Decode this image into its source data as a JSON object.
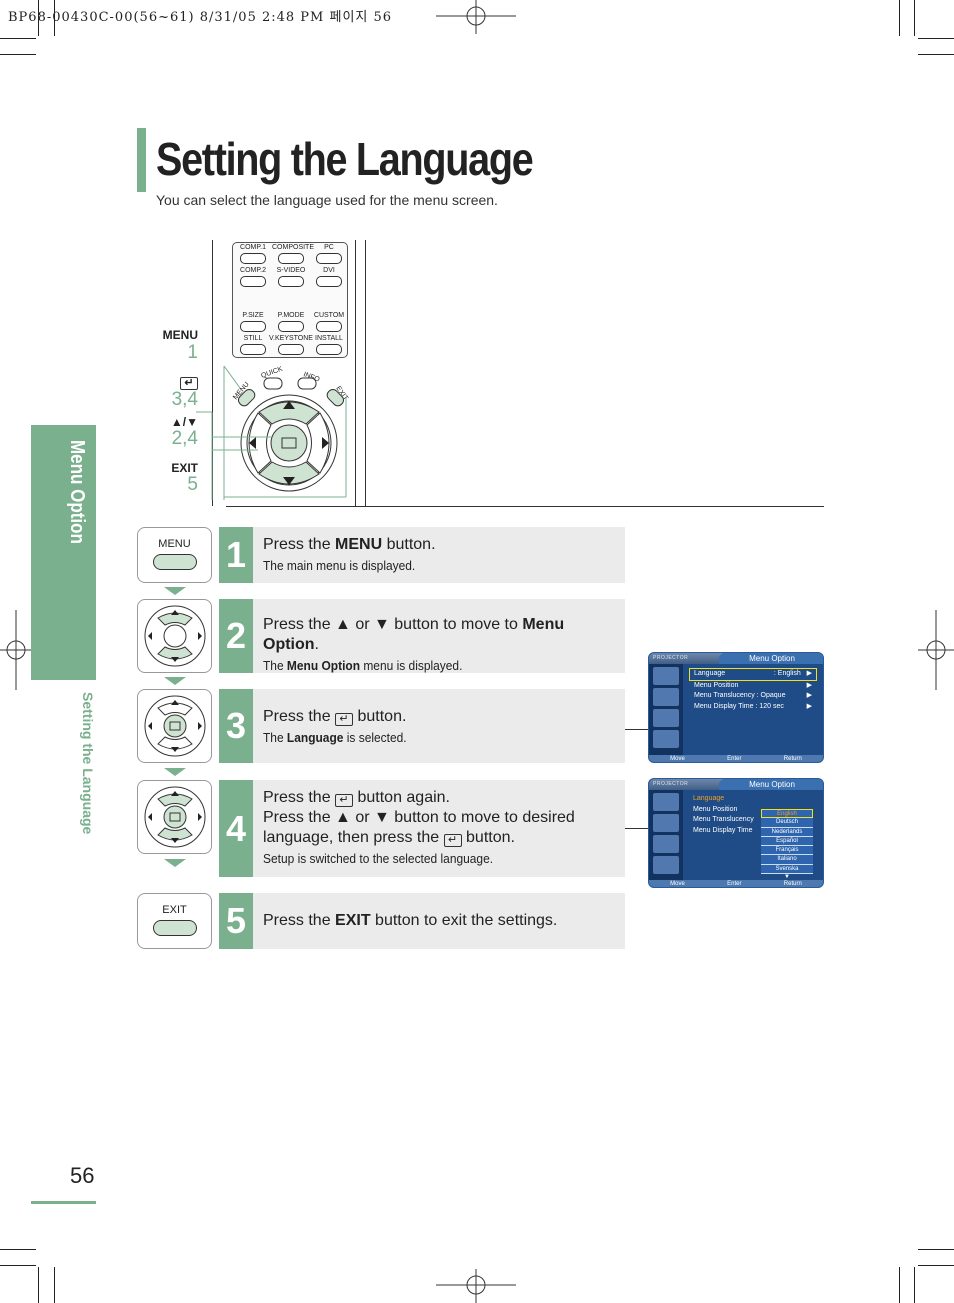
{
  "print_header": "BP68-00430C-00(56~61)  8/31/05  2:48 PM 페이지 56",
  "page": {
    "title": "Setting the Language",
    "subtitle": "You can select the language used for the menu screen.",
    "side_tab": "Menu Option",
    "side_subtitle": "Setting the Language",
    "page_number": "56"
  },
  "remote": {
    "legend": [
      {
        "button": "MENU",
        "step": "1"
      },
      {
        "button": "↵",
        "step": "3,4"
      },
      {
        "button": "▲/▼",
        "step": "2,4"
      },
      {
        "button": "EXIT",
        "step": "5"
      }
    ],
    "source_buttons": [
      "COMP.1",
      "COMPOSITE",
      "PC",
      "COMP.2",
      "S-VIDEO",
      "DVI",
      "P.SIZE",
      "P.MODE",
      "CUSTOM",
      "STILL",
      "V.KEYSTONE",
      "INSTALL"
    ],
    "nav_labels": {
      "menu": "MENU",
      "quick": "QUICK",
      "info": "INFO",
      "exit": "EXIT"
    }
  },
  "steps": [
    {
      "num": "1",
      "icon_label": "MENU",
      "main_pre": "Press the ",
      "main_bold": "MENU",
      "main_post": " button.",
      "sub": "The main menu is displayed."
    },
    {
      "num": "2",
      "main_pre": "Press the ▲ or ▼ button to move to ",
      "main_bold": "Menu Option",
      "main_post": ".",
      "sub_pre": "The ",
      "sub_bold": "Menu Option",
      "sub_post": " menu is displayed."
    },
    {
      "num": "3",
      "main_pre": "Press the ",
      "main_post": " button.",
      "sub_pre": "The ",
      "sub_bold": "Language",
      "sub_post": " is selected."
    },
    {
      "num": "4",
      "line1_pre": "Press the ",
      "line1_post": " button again.",
      "line2": "Press the ▲ or ▼ button to move to desired",
      "line3_pre": "language, then press the ",
      "line3_post": " button.",
      "sub": "Setup is switched to the selected language."
    },
    {
      "num": "5",
      "icon_label": "EXIT",
      "main_pre": "Press the ",
      "main_bold": "EXIT",
      "main_post": " button to exit the settings."
    }
  ],
  "osd1": {
    "brand": "PROJECTOR",
    "title": "Menu Option",
    "rows": [
      {
        "label": "Language",
        "value": ": English",
        "arrow": "▶"
      },
      {
        "label": "Menu Position",
        "value": "",
        "arrow": "▶"
      },
      {
        "label": "Menu Translucency",
        "value": ": Opaque",
        "arrow": "▶"
      },
      {
        "label": "Menu Display Time",
        "value": ": 120 sec",
        "arrow": "▶"
      }
    ],
    "footer": [
      "Move",
      "Enter",
      "Return"
    ]
  },
  "osd2": {
    "brand": "PROJECTOR",
    "title": "Menu Option",
    "rows": [
      "Language",
      "Menu Position",
      "Menu Translucency",
      "Menu Display Time"
    ],
    "languages": [
      "English",
      "Deutsch",
      "Nederlands",
      "Español",
      "Français",
      "Italiano",
      "Svenska"
    ],
    "more": "▼",
    "footer": [
      "Move",
      "Enter",
      "Return"
    ]
  },
  "colors": {
    "accent": "#7ab08e",
    "osd_blue": "#1f4c86",
    "highlight": "#f0e020"
  }
}
